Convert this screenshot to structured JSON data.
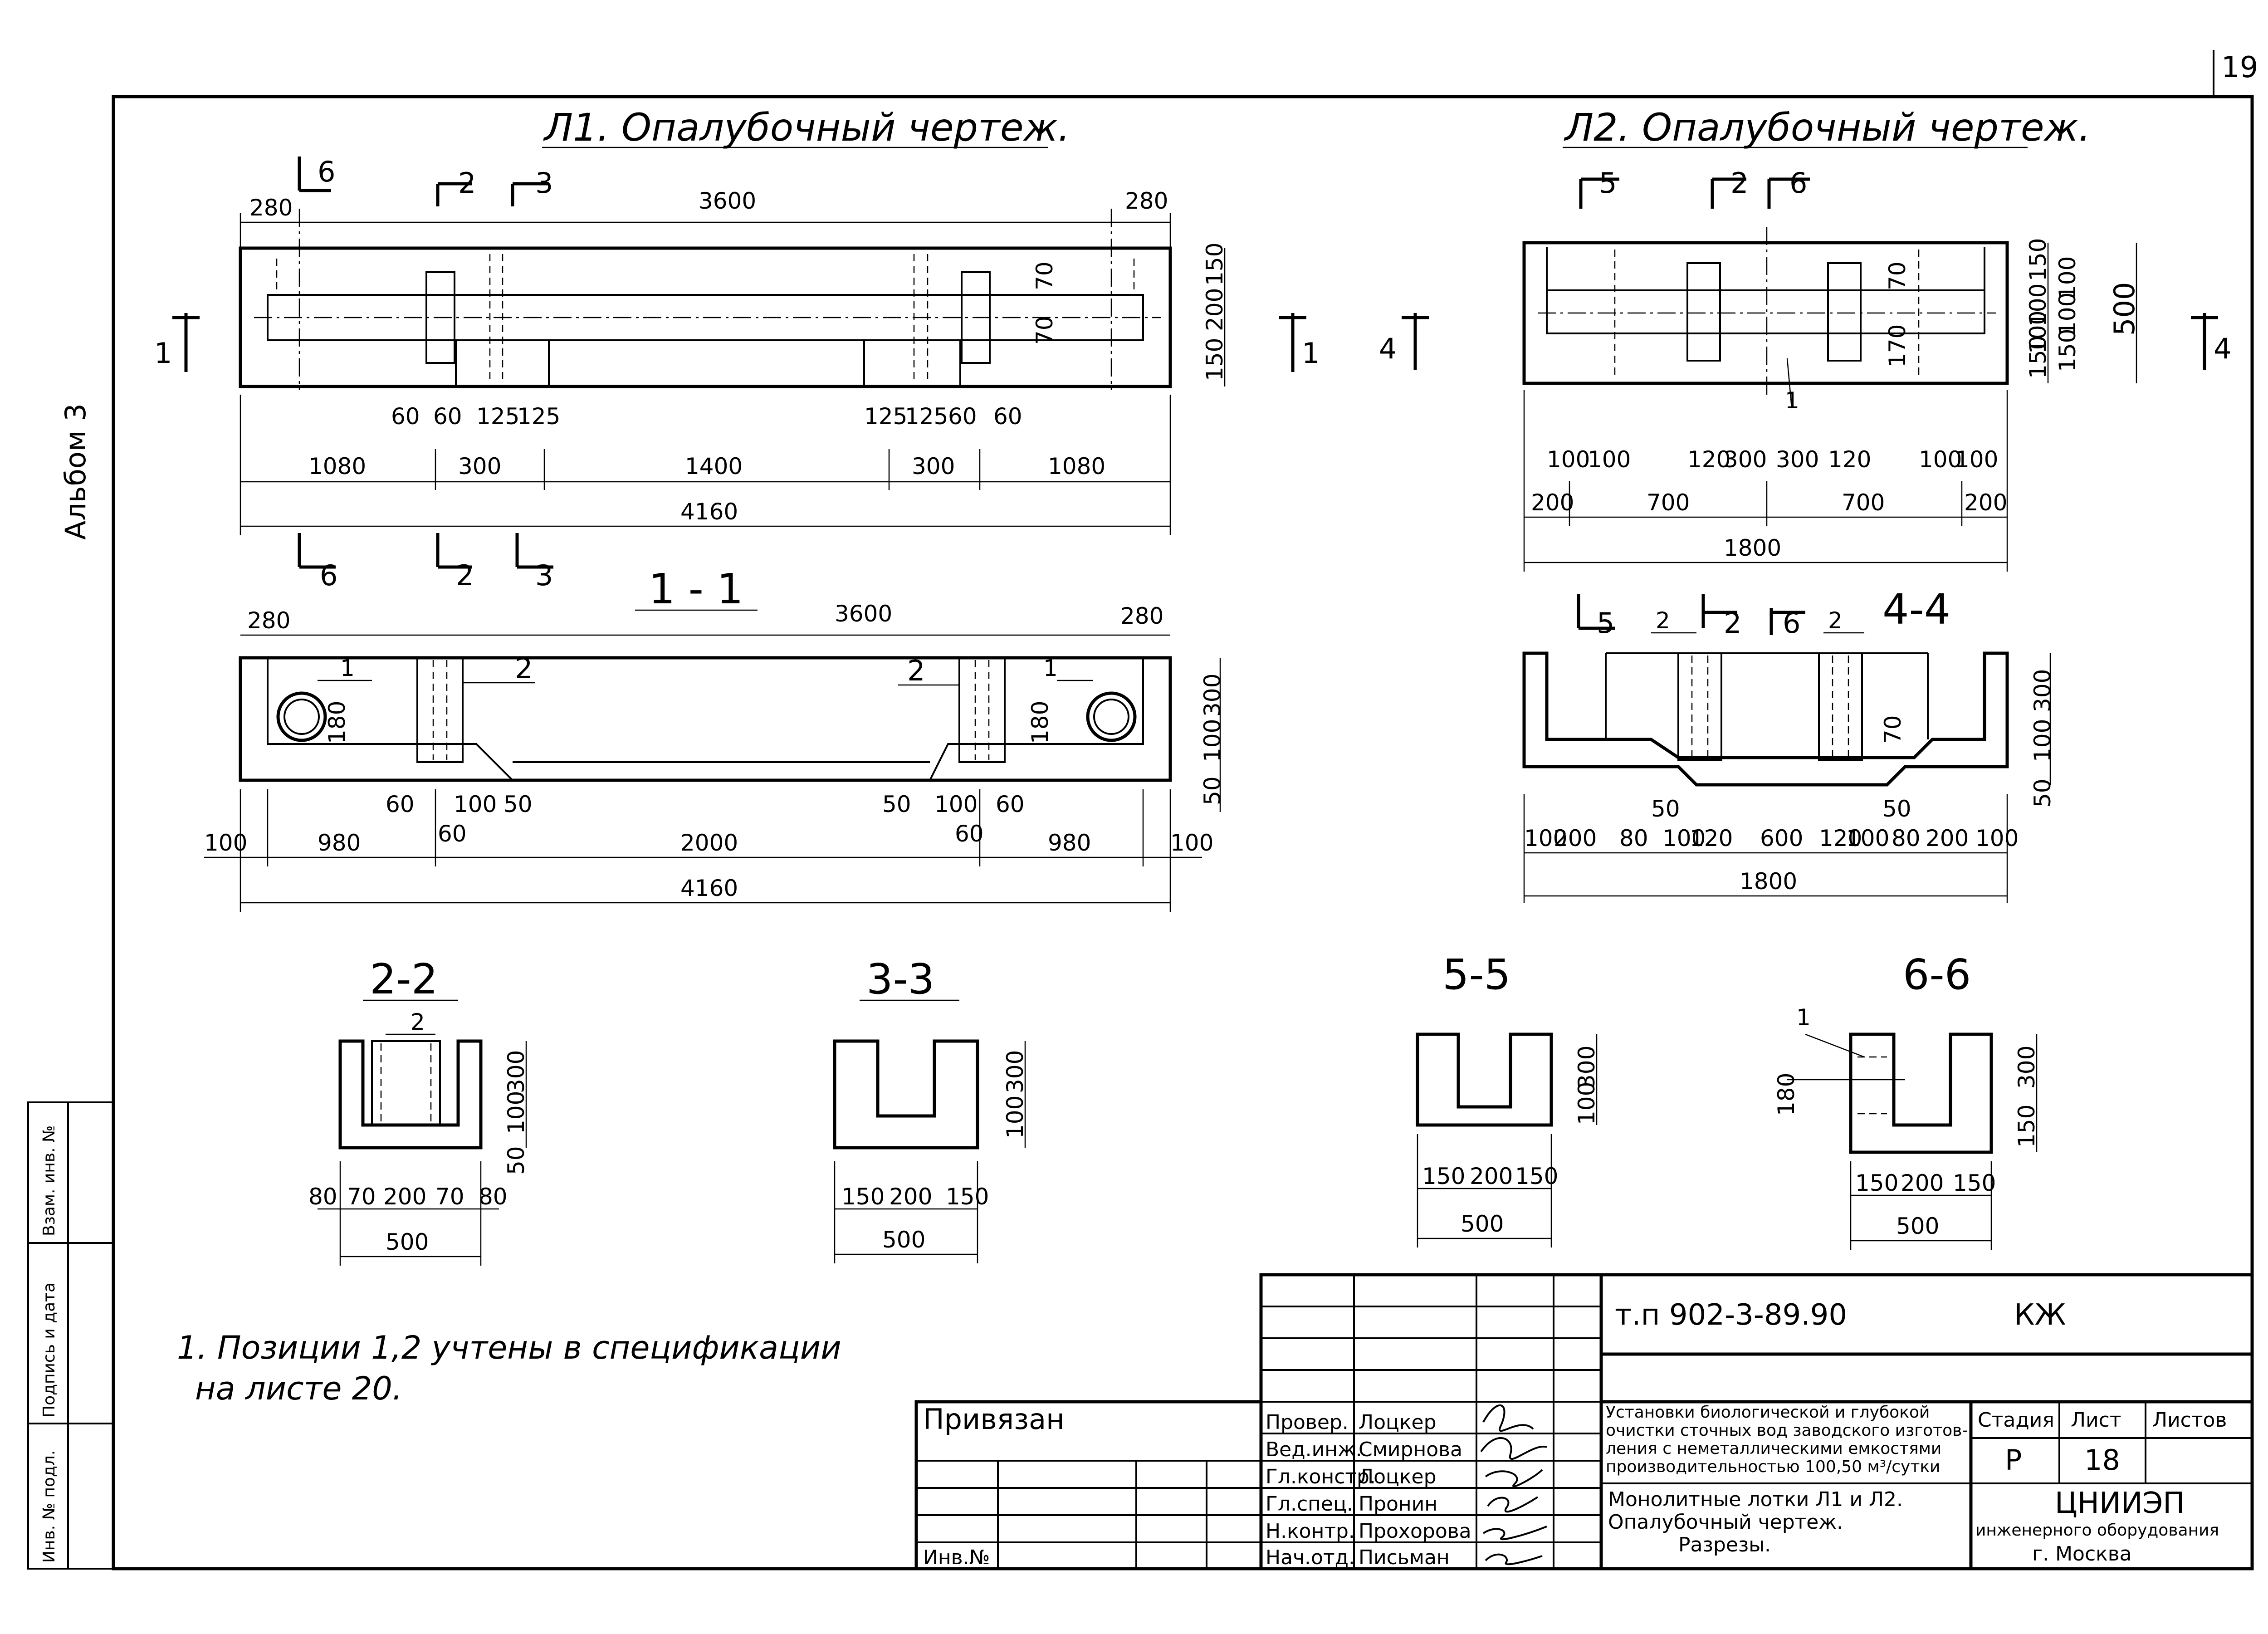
{
  "sheet": {
    "page_number": "19",
    "album_label": "Альбом 3"
  },
  "plans": {
    "l1_title": "Л1. Опалубочный чертеж.",
    "l2_title": "Л2. Опалубочный чертеж.",
    "l1_dims": [
      "280",
      "3600",
      "280",
      "150",
      "200",
      "150",
      "70",
      "70",
      "60",
      "60",
      "125",
      "125",
      "125",
      "125",
      "60",
      "60",
      "1080",
      "300",
      "1400",
      "300",
      "1080",
      "4160"
    ],
    "l1_section_marks": [
      "6",
      "2",
      "3",
      "1",
      "1",
      "6",
      "2",
      "3"
    ],
    "l2_dims": [
      "150",
      "100",
      "100",
      "150",
      "500",
      "150",
      "100",
      "100",
      "70",
      "170",
      "100",
      "100",
      "120",
      "300",
      "300",
      "120",
      "100",
      "100",
      "200",
      "700",
      "700",
      "200",
      "1800"
    ],
    "l2_section_marks": [
      "5",
      "2",
      "6",
      "4",
      "4"
    ],
    "callout_1": "1",
    "callout_2": "2"
  },
  "sections": {
    "s11_title": "1 - 1",
    "s11_dims": [
      "280",
      "3600",
      "280",
      "300",
      "100",
      "50",
      "180",
      "180",
      "60",
      "100",
      "50",
      "60",
      "50",
      "100",
      "60",
      "60",
      "100",
      "980",
      "2000",
      "980",
      "100",
      "4160"
    ],
    "s44_title": "4-4",
    "s44_marks": [
      "5",
      "2",
      "2",
      "6",
      "2"
    ],
    "s44_dims": [
      "300",
      "100",
      "50",
      "70",
      "50",
      "50",
      "100",
      "200",
      "80",
      "100",
      "120",
      "600",
      "120",
      "100",
      "80",
      "200",
      "100",
      "1800"
    ],
    "s22_title": "2-2",
    "s22_dims": [
      "300",
      "100",
      "50",
      "80",
      "70",
      "200",
      "70",
      "80",
      "500"
    ],
    "s33_title": "3-3",
    "s33_dims": [
      "300",
      "100",
      "150",
      "200",
      "150",
      "500"
    ],
    "s55_title": "5-5",
    "s55_dims": [
      "300",
      "100",
      "150",
      "200",
      "150",
      "500"
    ],
    "s66_title": "6-6",
    "s66_dims": [
      "180",
      "300",
      "150",
      "150",
      "200",
      "150",
      "500"
    ]
  },
  "note": {
    "line1": "1. Позиции 1,2 учтены в спецификации",
    "line2": "на листе 20."
  },
  "left_stamp": {
    "inv_podl": "Инв. № подл.",
    "sign_date": "Подпись и дата",
    "vzam": "Взам. инв. №"
  },
  "title_block": {
    "privyazan": "Привязан",
    "inv_no": "Инв.№",
    "doc_code": "т.п 902-3-89.90",
    "mark": "КЖ",
    "description": [
      "Установки биологической и глубокой",
      "очистки сточных вод заводского изготов-",
      "ления с неметаллическими емкостями",
      "производительностью 100,50 м³/сутки"
    ],
    "sheet_title": [
      "Монолитные лотки Л1 и Л2.",
      "Опалубочный чертеж.",
      "Разрезы."
    ],
    "stage_label": "Стадия",
    "sheet_label": "Лист",
    "sheets_label": "Листов",
    "stage_value": "Р",
    "sheet_value": "18",
    "org_name": "ЦНИИЭП",
    "org_sub": "инженерного оборудования",
    "org_city": "г. Москва",
    "roles": [
      "Провер.",
      "Вед.инж.",
      "Гл.констр.",
      "Гл.спец.",
      "Н.контр.",
      "Нач.отд."
    ],
    "names": [
      "Лоцкер",
      "Смирнова",
      "Лоцкер",
      "Пронин",
      "Прохорова",
      "Письман"
    ]
  }
}
